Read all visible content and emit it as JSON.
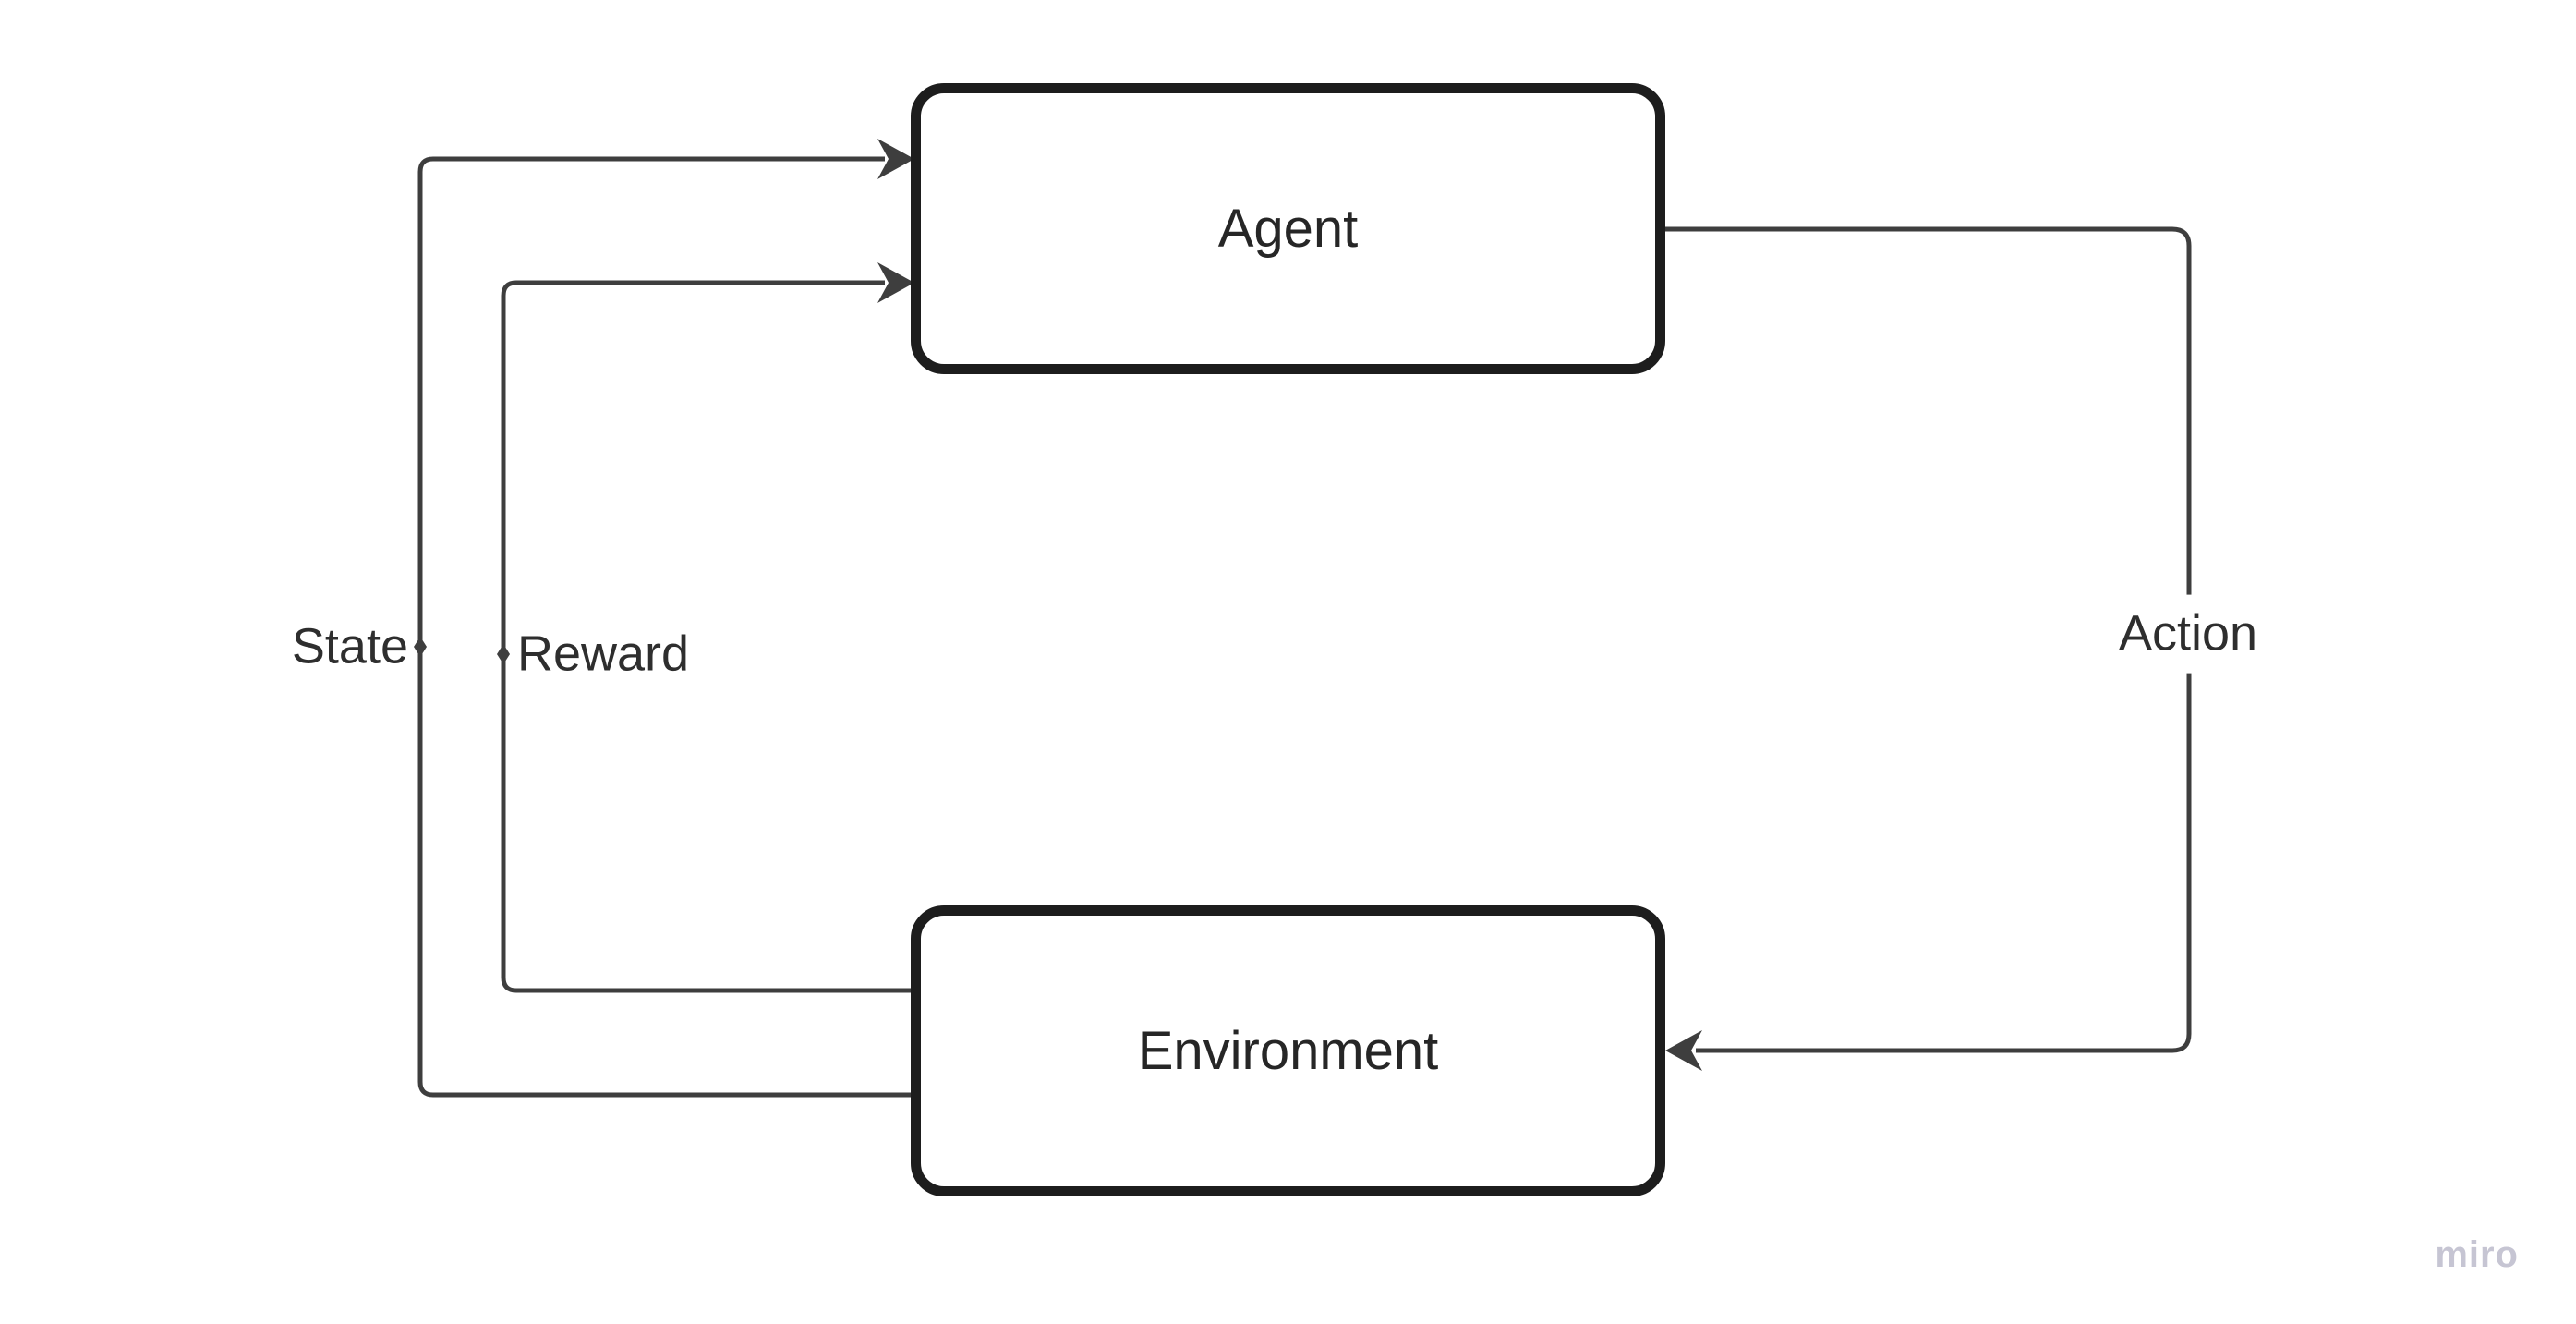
{
  "app": {
    "watermark_label": "miro"
  },
  "diagram": {
    "type": "flowchart",
    "background": "#ffffff",
    "colors": {
      "node_border": "#1d1d1d",
      "node_fill": "#ffffff",
      "connector": "#3e3e3e",
      "arrowhead": "#3e3e3e",
      "node_text": "#262626",
      "label_text": "#2e2e2e",
      "watermark": "#c6c5d3"
    },
    "nodes": {
      "agent": {
        "label": "Agent"
      },
      "environment": {
        "label": "Environment"
      }
    },
    "edges": {
      "state": {
        "label": "State",
        "from": "environment",
        "to": "agent"
      },
      "reward": {
        "label": "Reward",
        "from": "environment",
        "to": "agent"
      },
      "action": {
        "label": "Action",
        "from": "agent",
        "to": "environment"
      }
    }
  }
}
